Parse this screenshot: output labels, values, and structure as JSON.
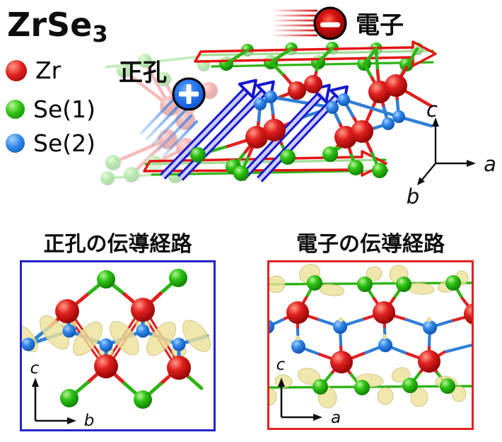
{
  "figure": {
    "formula_base": "ZrSe",
    "formula_sub": "3",
    "legend": {
      "items": [
        {
          "label": "Zr",
          "color": "#d61616"
        },
        {
          "label": "Se(1)",
          "color": "#2fbe12"
        },
        {
          "label": "Se(2)",
          "color": "#2d86e8"
        }
      ]
    },
    "carriers": {
      "electron": {
        "label": "電子",
        "sign": "−",
        "sphere_color": "#c00d0d",
        "arrow_color": "#e41414"
      },
      "hole": {
        "label": "正孔",
        "sign": "+",
        "sphere_color": "#1f6fe0",
        "arrow_color": "#1717cf"
      }
    },
    "axes": {
      "main": {
        "up": "c",
        "right": "a",
        "diagonal": "b"
      },
      "hole_panel": {
        "up": "c",
        "right": "b"
      },
      "electron_panel": {
        "up": "c",
        "right": "a"
      }
    },
    "panels": {
      "hole": {
        "title": "正孔の伝導経路",
        "border_color": "#2424cc"
      },
      "electron": {
        "title": "電子の伝導経路",
        "border_color": "#e02222"
      }
    },
    "colors": {
      "zr": "#d61616",
      "se1": "#2fbe12",
      "se2": "#2d86e8",
      "bond-red": "#e02020",
      "bond-green": "#2db414",
      "bond-blue": "#2f7fd6",
      "arrow-red": "#e41414",
      "arrow-blue": "#1717cf",
      "iso-yellow": "#ebe29a",
      "iso-edge": "#b7aa5e",
      "box-blue": "#2424cc",
      "box-red": "#e02222",
      "text": "#0d0d0d"
    }
  }
}
